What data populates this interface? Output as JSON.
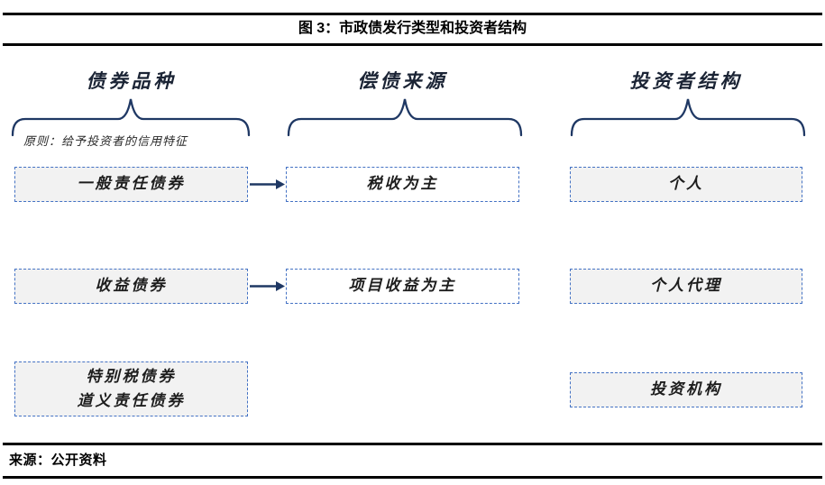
{
  "figure": {
    "title": "图 3：市政债发行类型和投资者结构",
    "source": "来源：公开资料"
  },
  "columns": {
    "col1": {
      "header": "债券品种",
      "note": "原则：给予投资者的信用特征",
      "box1": "一般责任债券",
      "box2": "收益债券",
      "box3_line1": "特别税债券",
      "box3_line2": "道义责任债券"
    },
    "col2": {
      "header": "偿债来源",
      "box1": "税收为主",
      "box2": "项目收益为主"
    },
    "col3": {
      "header": "投资者结构",
      "box1": "个人",
      "box2": "个人代理",
      "box3": "投资机构"
    }
  },
  "relations": [
    {
      "from": "一般责任债券",
      "to": "税收为主"
    },
    {
      "from": "收益债券",
      "to": "项目收益为主"
    }
  ],
  "colors": {
    "brace_and_arrow_navy": "#1F3864",
    "dashed_border_blue": "#4472C4",
    "box_fill_gray": "#F2F2F2",
    "box_fill_white": "#FFFFFF",
    "rule_black": "#000000"
  }
}
